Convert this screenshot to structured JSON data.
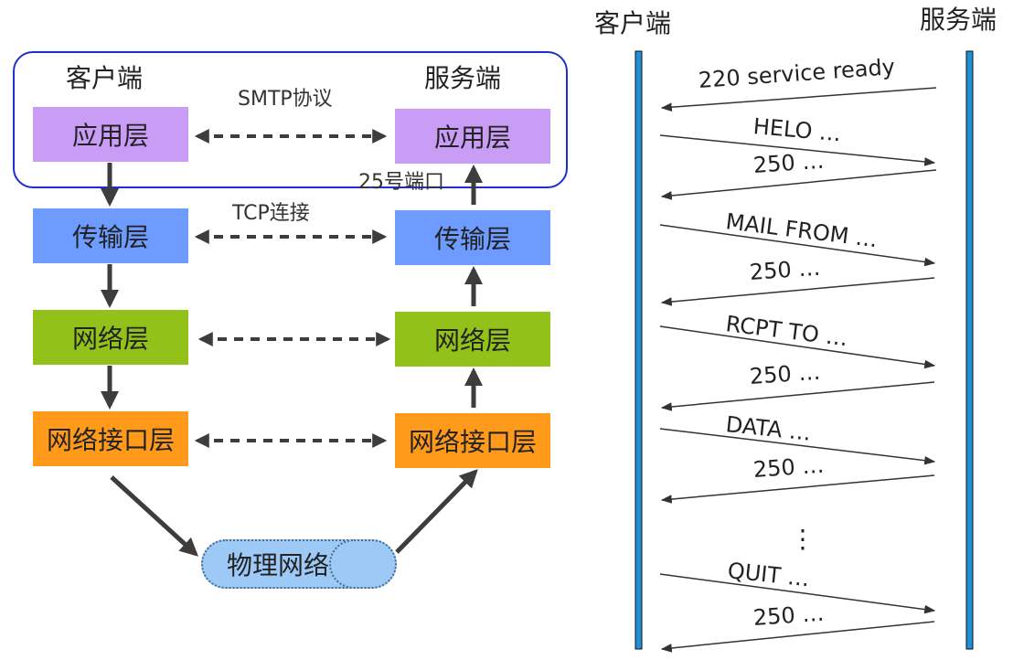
{
  "stack": {
    "client_title": "客户端",
    "server_title": "服务端",
    "application": "应用层",
    "transport": "传输层",
    "network": "网络层",
    "interface": "网络接口层",
    "physical": "物理网络",
    "smtp_label": "SMTP协议",
    "tcp_label": "TCP连接",
    "port_label": "25号端口"
  },
  "sequence": {
    "client_title": "客户端",
    "server_title": "服务端",
    "messages": [
      {
        "text": "220 service ready",
        "direction": "server-to-client"
      },
      {
        "text": "HELO …",
        "direction": "client-to-server"
      },
      {
        "text": "250 …",
        "direction": "server-to-client"
      },
      {
        "text": "MAIL FROM …",
        "direction": "client-to-server"
      },
      {
        "text": "250 …",
        "direction": "server-to-client"
      },
      {
        "text": "RCPT TO …",
        "direction": "client-to-server"
      },
      {
        "text": "250 …",
        "direction": "server-to-client"
      },
      {
        "text": "DATA …",
        "direction": "client-to-server"
      },
      {
        "text": "250 …",
        "direction": "server-to-client"
      },
      {
        "text": "⋮",
        "direction": "none"
      },
      {
        "text": "QUIT …",
        "direction": "client-to-server"
      },
      {
        "text": "250 …",
        "direction": "server-to-client"
      }
    ]
  },
  "colors": {
    "application": "#c99cf5",
    "transport": "#6d9bff",
    "network": "#92c21a",
    "interface": "#ff9a1a",
    "physical": "#9cc9f5",
    "frame": "#1e2ecf",
    "lifeline": "#1f8fd6"
  }
}
